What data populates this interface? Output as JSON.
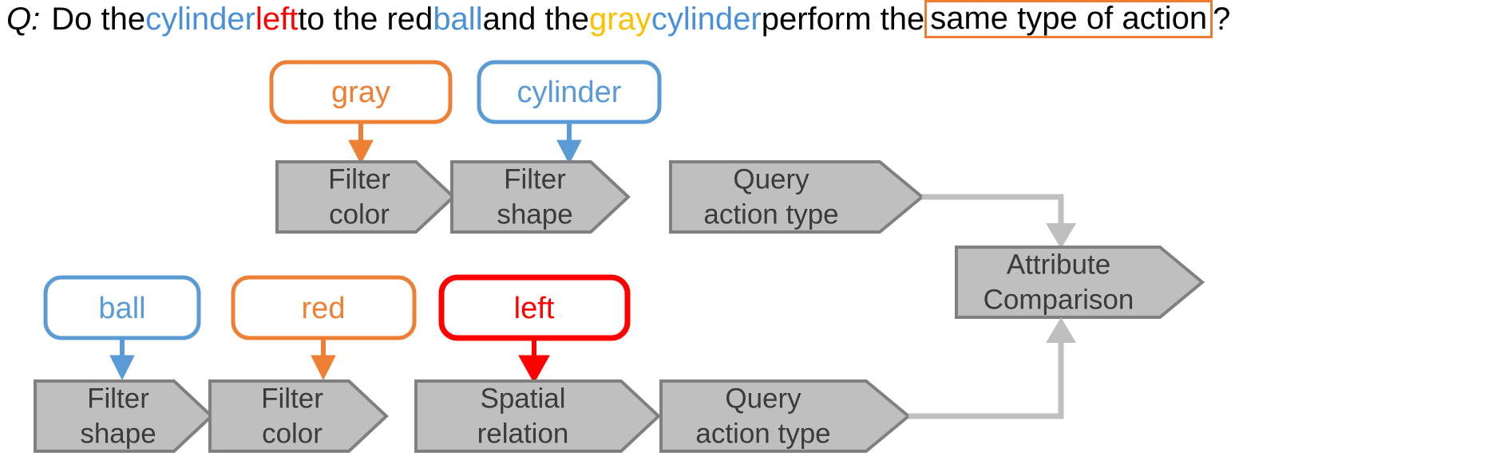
{
  "question": {
    "prefix": "Q:",
    "tokens": [
      {
        "text": "Do the ",
        "color": "black"
      },
      {
        "text": "cylinder ",
        "color": "blue"
      },
      {
        "text": "left ",
        "color": "red"
      },
      {
        "text": "to the red ",
        "color": "black"
      },
      {
        "text": "ball ",
        "color": "blue"
      },
      {
        "text": "and the ",
        "color": "black"
      },
      {
        "text": "gray ",
        "color": "gold"
      },
      {
        "text": "cylinder ",
        "color": "blue"
      },
      {
        "text": "perform the ",
        "color": "black"
      }
    ],
    "highlight": "same type of action",
    "suffix": "?",
    "full_text": "Q: Do the cylinder left to the red ball and the gray cylinder perform the same type of action?"
  },
  "colors": {
    "blue": "#4A90D9",
    "red": "#FF0000",
    "gold": "#FFC000",
    "orange": "#ED7D31",
    "node_fill": "#BFBFBF",
    "node_stroke": "#808080",
    "connector": "#BFBFBF",
    "text": "#3B3B3B"
  },
  "program": {
    "top_branch": {
      "inputs": [
        {
          "id": "gray",
          "label": "gray",
          "color": "orange"
        },
        {
          "id": "cylinder",
          "label": "cylinder",
          "color": "blue"
        }
      ],
      "steps": [
        {
          "id": "filter-color-top",
          "line1": "Filter",
          "line2": "color"
        },
        {
          "id": "filter-shape-top",
          "line1": "Filter",
          "line2": "shape"
        },
        {
          "id": "query-action-type-top",
          "line1": "Query",
          "line2": "action type"
        }
      ]
    },
    "bottom_branch": {
      "inputs": [
        {
          "id": "ball",
          "label": "ball",
          "color": "blue"
        },
        {
          "id": "red",
          "label": "red",
          "color": "orange"
        },
        {
          "id": "left",
          "label": "left",
          "color": "red"
        }
      ],
      "steps": [
        {
          "id": "filter-shape-bottom",
          "line1": "Filter",
          "line2": "shape"
        },
        {
          "id": "filter-color-bottom",
          "line1": "Filter",
          "line2": "color"
        },
        {
          "id": "spatial-relation",
          "line1": "Spatial",
          "line2": "relation"
        },
        {
          "id": "query-action-type-bottom",
          "line1": "Query",
          "line2": "action type"
        }
      ]
    },
    "output": {
      "id": "attribute-comparison",
      "line1": "Attribute",
      "line2": "Comparison"
    }
  }
}
